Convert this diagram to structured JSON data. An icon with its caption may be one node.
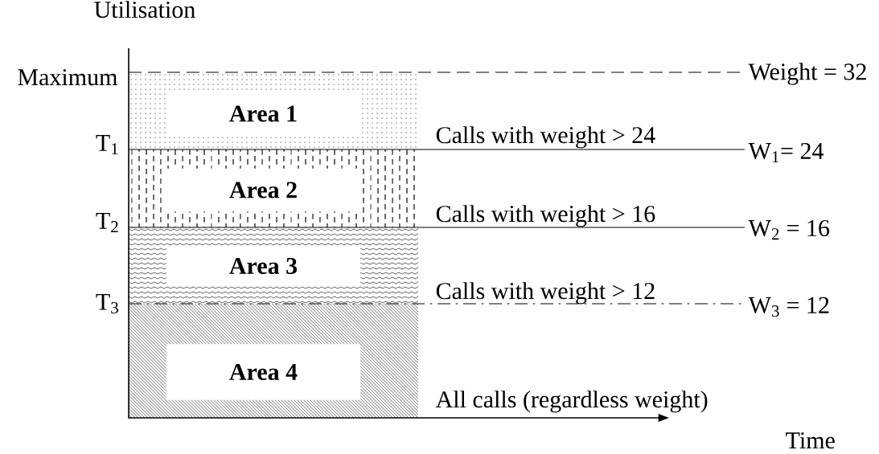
{
  "diagram": {
    "nodes": [
      {
        "text": [
          "Area 1"
        ]
      },
      {
        "text": [
          "Area 2"
        ]
      },
      {
        "text": [
          "Area 3"
        ]
      },
      {
        "text": [
          "Area 4"
        ]
      }
    ],
    "labels": [
      "Utilisation",
      "Maximum",
      "Weight = 32",
      "T$_{1}$",
      "Calls with weight > 24",
      "W$_{1}$= 24",
      "T$_{2}$",
      "Calls with weight > 16",
      "W$_{2}$ = 16",
      "Calls with weight > 12",
      "T$_{3}$",
      "W$_{3}$ = 12",
      "All calls (regardless weight)",
      "Time"
    ]
  }
}
